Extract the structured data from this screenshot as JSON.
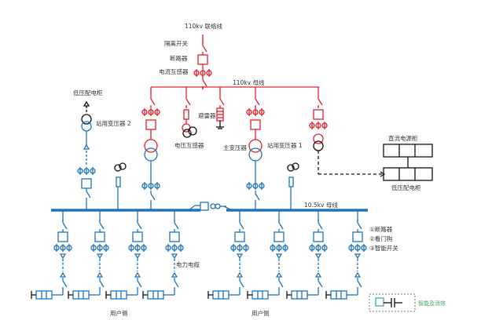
{
  "labels": {
    "tie_line": "110kv 联络线",
    "isolator": "隔离开关",
    "breaker": "断路器",
    "ct": "电流互感器",
    "bus_110": "110kv 母线",
    "lv_cabinet_left": "低压配电柜",
    "station_tx2": "站用变压器 2",
    "arrester": "避雷器",
    "pt": "电压互感器",
    "main_tx": "主变压器",
    "station_tx1": "站用变压器 1",
    "dc_cabinet": "直流电源柜",
    "lv_cabinet_right": "低压配电柜",
    "bus_10": "10.5kv 母线",
    "power_cable": "电力电缆",
    "user_side_left": "用户侧",
    "user_side_right": "用户侧",
    "smart_box": "智能及消效"
  },
  "legend": [
    "①断路器",
    "②看门狗",
    "③智能开关"
  ],
  "colors": {
    "hv": "#e0202a",
    "mv": "#1f74b8",
    "lv": "#111111",
    "smart": "#3aa85a"
  }
}
